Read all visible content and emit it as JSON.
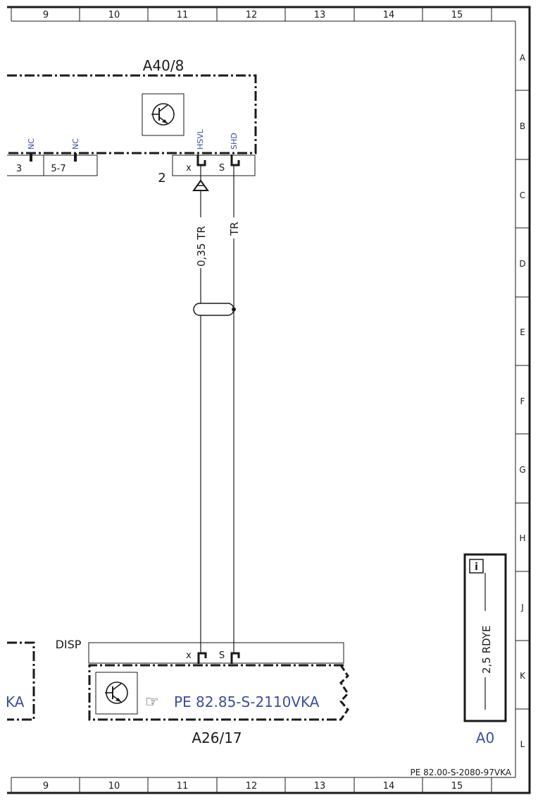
{
  "frame": {
    "columns": [
      "9",
      "10",
      "11",
      "12",
      "13",
      "14",
      "15"
    ],
    "rows": [
      "A",
      "B",
      "C",
      "D",
      "E",
      "F",
      "G",
      "H",
      "J",
      "K",
      "L"
    ],
    "document_id": "PE 82.00-S-2080-97VKA"
  },
  "component_a40": {
    "name": "A40/8",
    "pins_left": [
      "NC",
      "NC"
    ],
    "pin_numbers": [
      "3",
      "5-7"
    ],
    "connector_number": "2",
    "pin_x": {
      "letter": "x",
      "signal": "HSVL"
    },
    "pin_s": {
      "letter": "S",
      "signal": "SHD"
    }
  },
  "wires": [
    {
      "label": "0,35 TR"
    },
    {
      "label": "TR"
    }
  ],
  "component_a26": {
    "name": "A26/17",
    "connector_name": "DISP",
    "pin_x": "x",
    "pin_s": "S",
    "reference": "PE 82.85-S-2110VKA",
    "left_partial_ref": "KA"
  },
  "info_box": {
    "wire_label": "2,5 RDYE",
    "ground_label": "A0",
    "info_icon": "info-icon"
  },
  "colors": {
    "line": "#1a1a1a",
    "reference_blue": "#3a4f9a"
  }
}
